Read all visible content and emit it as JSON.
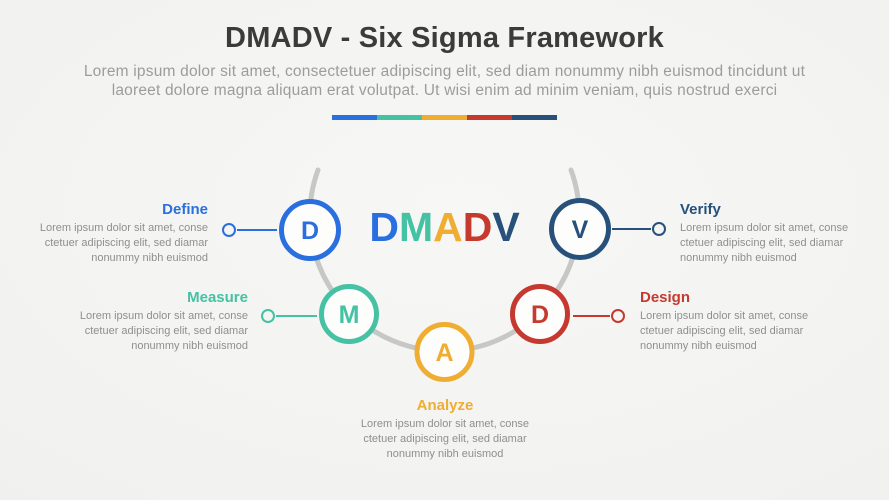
{
  "header": {
    "title": "DMADV - Six Sigma Framework",
    "subtitle": "Lorem ipsum dolor sit amet, consectetuer adipiscing elit, sed diam nonummy nibh euismod tincidunt ut\nlaoreet dolore magna aliquam erat volutpat. Ut wisi enim ad minim veniam, quis nostrud exerci"
  },
  "divider": {
    "colors": [
      "#2A6FE0",
      "#45C1A4",
      "#EFAD32",
      "#C6392F",
      "#27517B"
    ]
  },
  "center_word": {
    "letters": [
      {
        "char": "D",
        "color": "#2A6FE0"
      },
      {
        "char": "M",
        "color": "#45C1A4"
      },
      {
        "char": "A",
        "color": "#EFAD32"
      },
      {
        "char": "D",
        "color": "#C6392F"
      },
      {
        "char": "V",
        "color": "#27517B"
      }
    ]
  },
  "steps": [
    {
      "letter": "D",
      "label": "Define",
      "color": "#2A6FE0",
      "desc": "Lorem ipsum dolor sit amet, conse\nctetuer adipiscing elit, sed diamar\nnonummy nibh euismod"
    },
    {
      "letter": "M",
      "label": "Measure",
      "color": "#45C1A4",
      "desc": "Lorem ipsum dolor sit amet, conse\nctetuer adipiscing elit, sed diamar\nnonummy nibh euismod"
    },
    {
      "letter": "A",
      "label": "Analyze",
      "color": "#EFAD32",
      "desc": "Lorem ipsum dolor sit amet, conse\nctetuer adipiscing elit, sed diamar\nnonummy nibh euismod"
    },
    {
      "letter": "D",
      "label": "Design",
      "color": "#C6392F",
      "desc": "Lorem ipsum dolor sit amet, conse\nctetuer adipiscing elit, sed diamar\nnonummy nibh euismod"
    },
    {
      "letter": "V",
      "label": "Verify",
      "color": "#27517B",
      "desc": "Lorem ipsum dolor sit amet, conse\nctetuer adipiscing elit, sed diamar\nnonummy nibh euismod"
    }
  ],
  "arc_color": "#C7C7C5",
  "circle_fill": "#FDFDFC"
}
